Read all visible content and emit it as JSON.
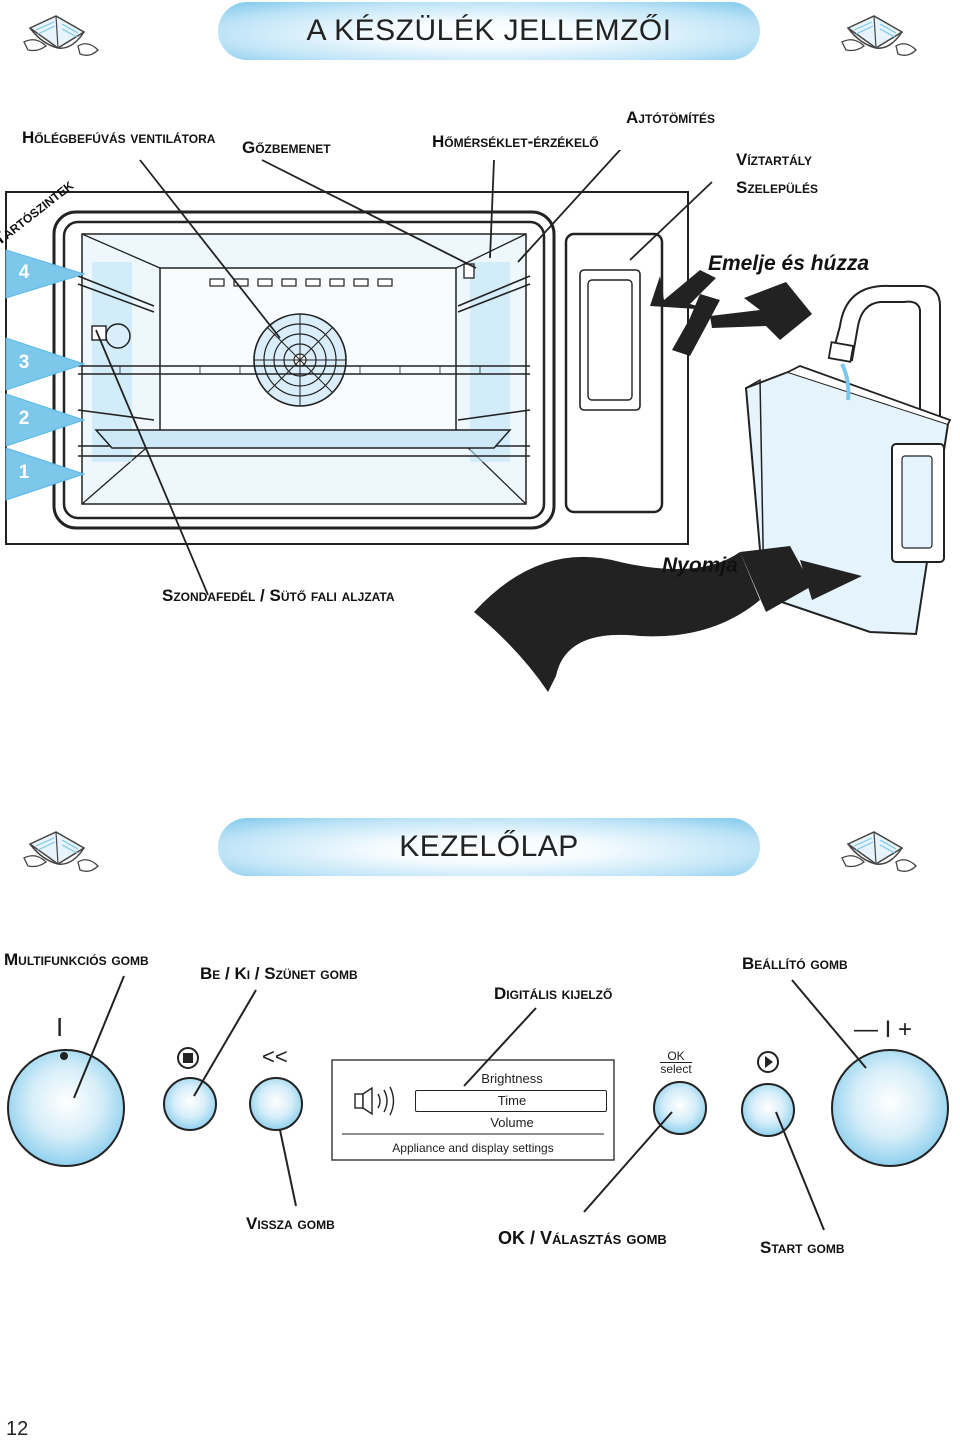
{
  "section1": {
    "title": "A KÉSZÜLÉK JELLEMZŐI",
    "labels": {
      "fan": "Hőlégbefúvás ventilátora",
      "steam": "Gőzbemenet",
      "temp": "Hőmérséklet-érzékelő",
      "door": "Ajtótömítés",
      "tank1": "Víztartály",
      "tank2": "Szelepülés",
      "shelves": "Tartószintek",
      "probe": "Szondafedél / Sütő fali aljzata"
    },
    "instructions": {
      "lift": "Emelje és húzza",
      "push": "Nyomja"
    },
    "shelf_numbers": [
      "4",
      "3",
      "2",
      "1"
    ]
  },
  "section2": {
    "title": "KEZELŐLAP",
    "labels": {
      "multi": "Multifunkciós gomb",
      "onoff": "Be / Ki / Szünet gomb",
      "display": "Digitális kijelző",
      "setting": "Beállító gomb",
      "back": "Vissza gomb",
      "ok": "OK / Választás gomb",
      "start": "Start gomb"
    },
    "display_lines": [
      "Brightness",
      "Time",
      "Volume"
    ],
    "display_footer": "Appliance and display settings",
    "ok_button": {
      "top": "OK",
      "bottom": "select"
    },
    "back_symbol": "<<",
    "setting_symbols": "— I +",
    "multi_symbol": "I"
  },
  "page_number": "12",
  "colors": {
    "banner_blue": "#7cc7ea",
    "knob_blue": "#bfe4f7",
    "shelf_blue": "#5ab8e6"
  }
}
